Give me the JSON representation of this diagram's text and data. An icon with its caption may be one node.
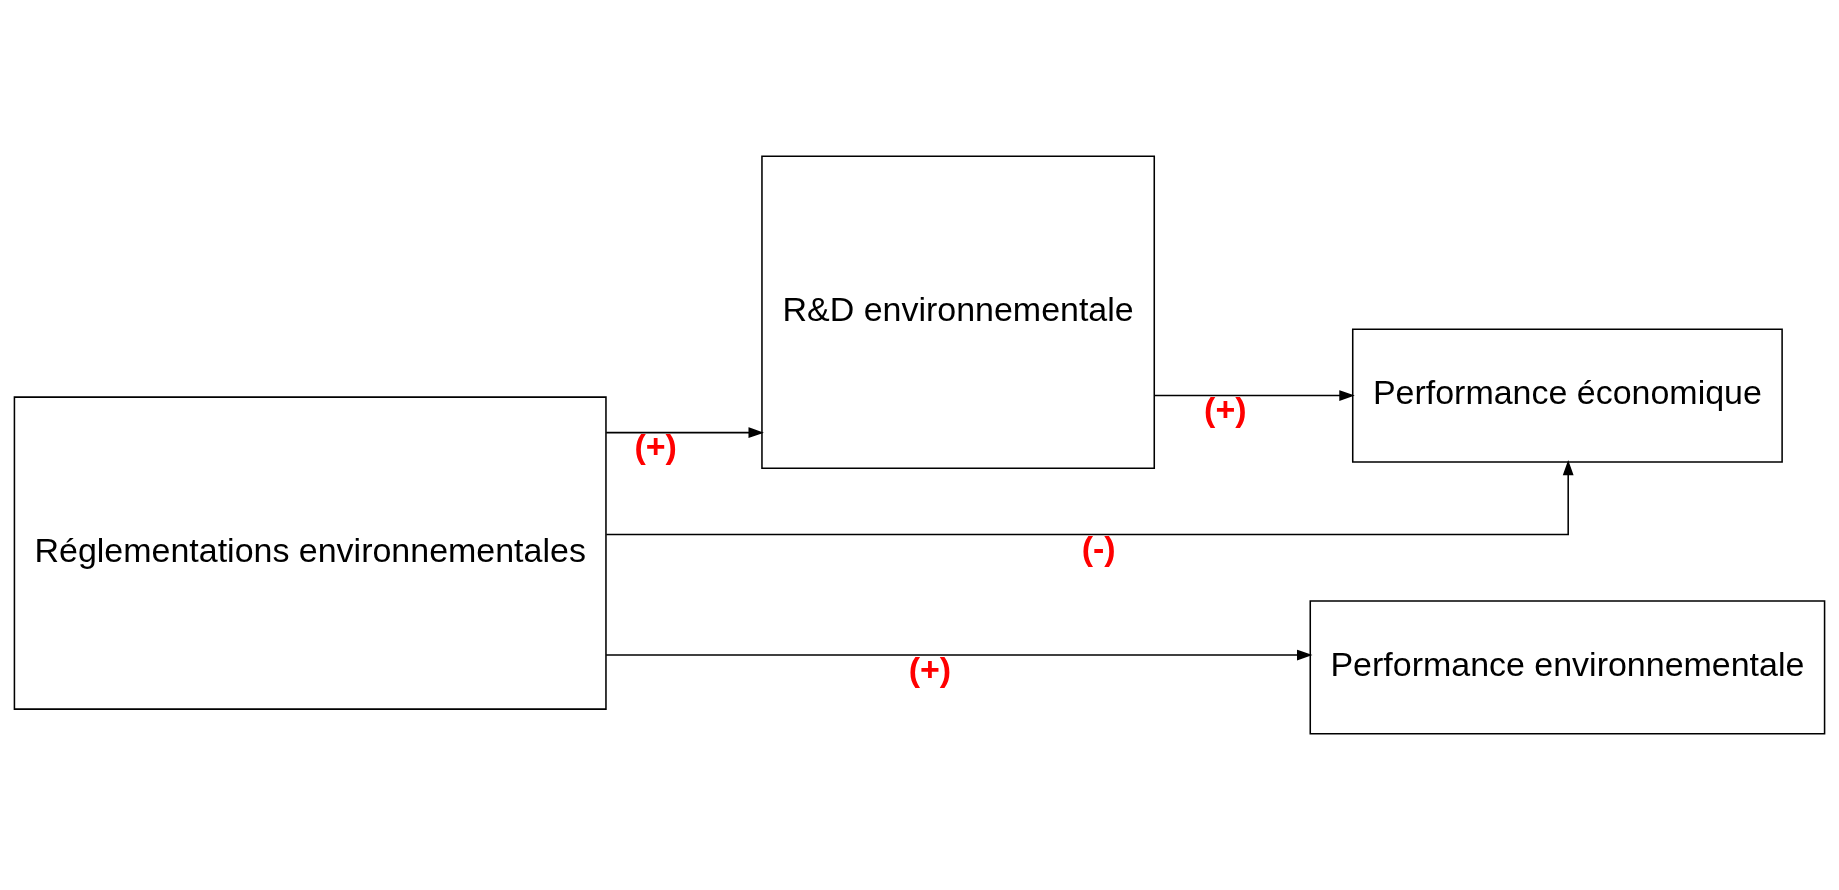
{
  "diagram": {
    "nodes": [
      {
        "text": [
          "Réglementations environnementales"
        ]
      },
      {
        "text": [
          "R&D environnementale"
        ]
      },
      {
        "text": [
          "Performance environnementale"
        ]
      },
      {
        "text": [
          "Performance économique"
        ]
      }
    ],
    "edges": [
      {
        "from": 0,
        "to": 2,
        "arrow": "to",
        "label": "(+)"
      },
      {
        "from": 0,
        "to": 1,
        "arrow": "to",
        "label": "(+)"
      },
      {
        "from": 1,
        "to": 3,
        "arrow": "to",
        "label": "(+)"
      },
      {
        "from": 0,
        "to": 3,
        "arrow": "to",
        "label": "(-)"
      }
    ]
  }
}
